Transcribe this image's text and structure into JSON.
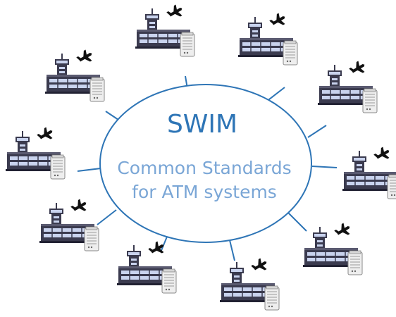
{
  "hub": {
    "title": "SWIM",
    "subtitle_line1": "Common Standards",
    "subtitle_line2": "for ATM systems"
  },
  "colors": {
    "ellipse_stroke": "#2e75b6",
    "title": "#2e75b6",
    "subtitle": "#7aa6d6",
    "connector": "#2e75b6",
    "building_dark": "#3b3b4f",
    "building_window": "#c9d3ee",
    "server_fill": "#eeeeee",
    "server_stroke": "#8a8a8a"
  },
  "nodes": [
    {
      "id": "node-top-left",
      "icon": "airport-tower-icon"
    },
    {
      "id": "node-top-right",
      "icon": "airport-tower-icon"
    },
    {
      "id": "node-upper-left",
      "icon": "airport-tower-icon"
    },
    {
      "id": "node-upper-right",
      "icon": "airport-tower-icon"
    },
    {
      "id": "node-left",
      "icon": "airport-tower-icon"
    },
    {
      "id": "node-right",
      "icon": "airport-tower-icon"
    },
    {
      "id": "node-lower-left",
      "icon": "airport-tower-icon"
    },
    {
      "id": "node-lower-right",
      "icon": "airport-tower-icon"
    },
    {
      "id": "node-bottom-left",
      "icon": "airport-tower-icon"
    },
    {
      "id": "node-bottom-center",
      "icon": "airport-tower-icon"
    }
  ]
}
